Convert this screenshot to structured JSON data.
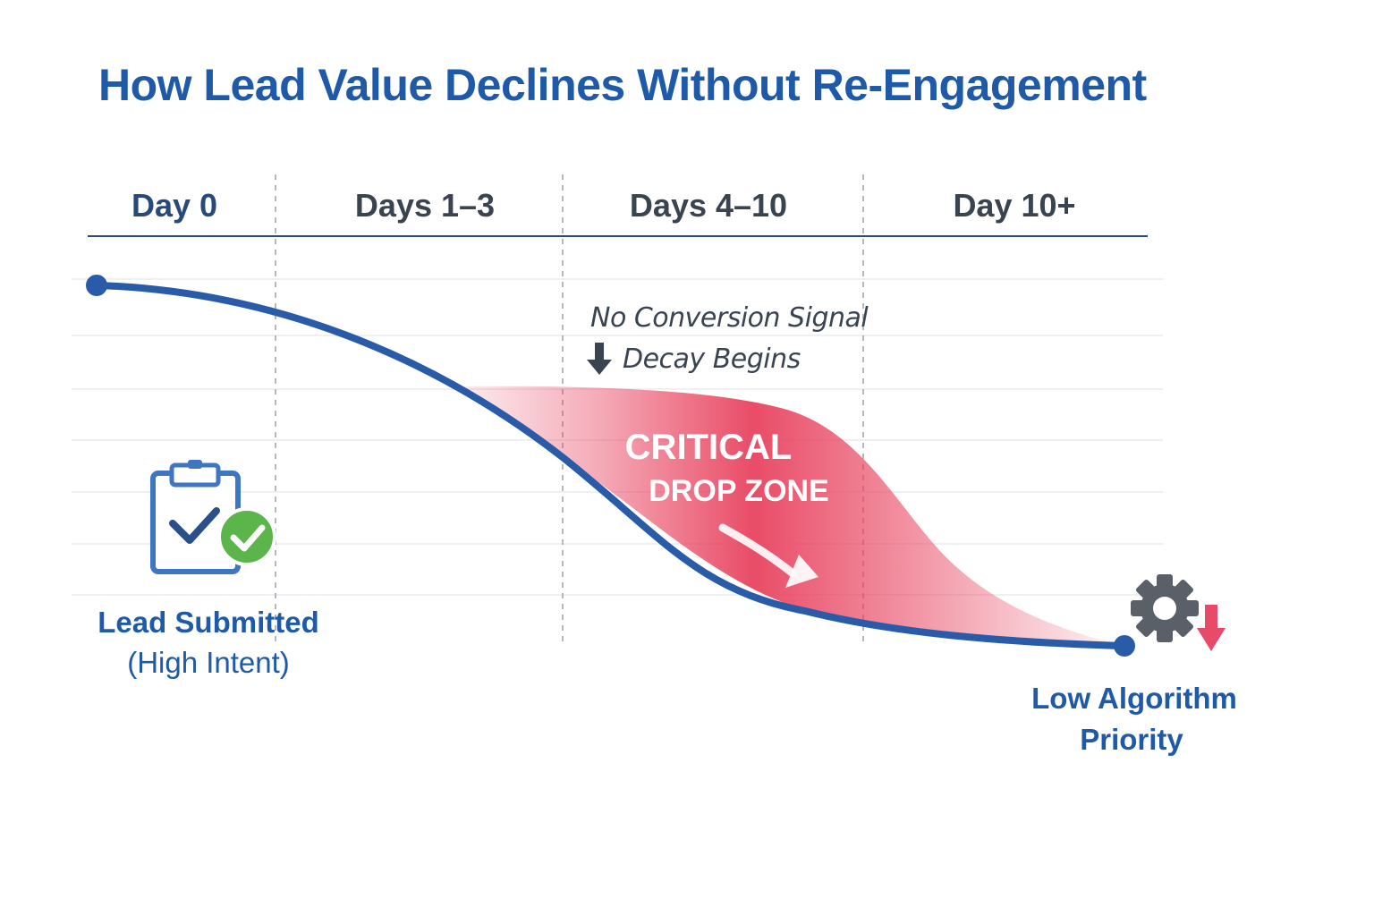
{
  "title": "How Lead Value Declines Without Re-Engagement",
  "phases": [
    "Day 0",
    "Days 1–3",
    "Days 4–10",
    "Day 10+"
  ],
  "signal_note": {
    "line1": "No Conversion Signal",
    "line2": "Decay Begins",
    "icon": "down-arrow-icon"
  },
  "critical_zone": {
    "line1": "CRITICAL",
    "line2": "DROP ZONE",
    "icon": "trend-down-arrow-icon"
  },
  "start_marker": {
    "line1": "Lead Submitted",
    "line2": "(High Intent)",
    "icon": "clipboard-check-icon"
  },
  "end_marker": {
    "line1": "Low Algorithm",
    "line2": "Priority",
    "icon": "gear-down-icon"
  },
  "colors": {
    "title": "#1f5aa8",
    "curve": "#2a5ba8",
    "phase_text": "#274a7a",
    "note_text": "#3a4350",
    "zone_fill": "#e8435f",
    "zone_text": "#ffffff",
    "check_badge": "#5cb54a",
    "gear": "#5a6068",
    "down_arrow": "#e84a6a"
  }
}
